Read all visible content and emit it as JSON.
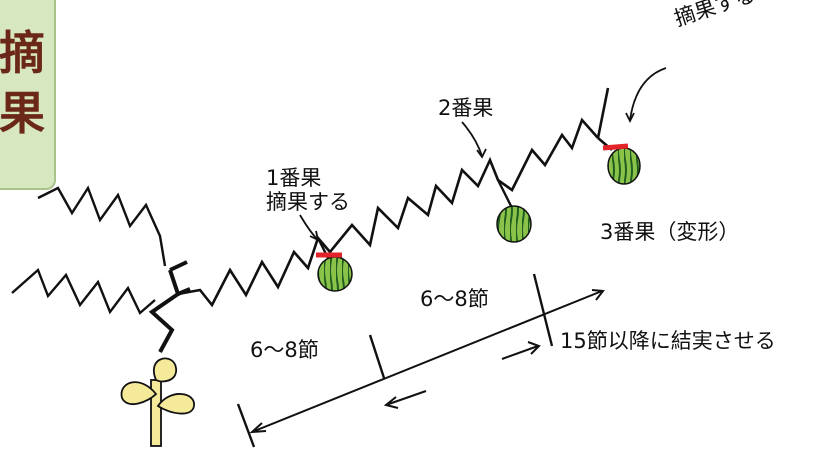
{
  "title": {
    "chars": [
      "摘",
      "果"
    ]
  },
  "labels": {
    "first_fruit": "1番果",
    "first_remove": "摘果する",
    "second_fruit": "2番果",
    "third_remove": "摘果する",
    "third_fruit": "3番果（変形）",
    "nodes_a": "6～8節",
    "nodes_b": "6～8節",
    "after15": "15節以降に結実させる"
  },
  "colors": {
    "line": "#111111",
    "cut_mark": "#e2232a",
    "melon": "#8bc34a",
    "melon_stripe": "#1f5e1f",
    "seedling": "#f4ea9a",
    "title_bg": "#d7e7bf",
    "title_text": "#6b2818"
  }
}
